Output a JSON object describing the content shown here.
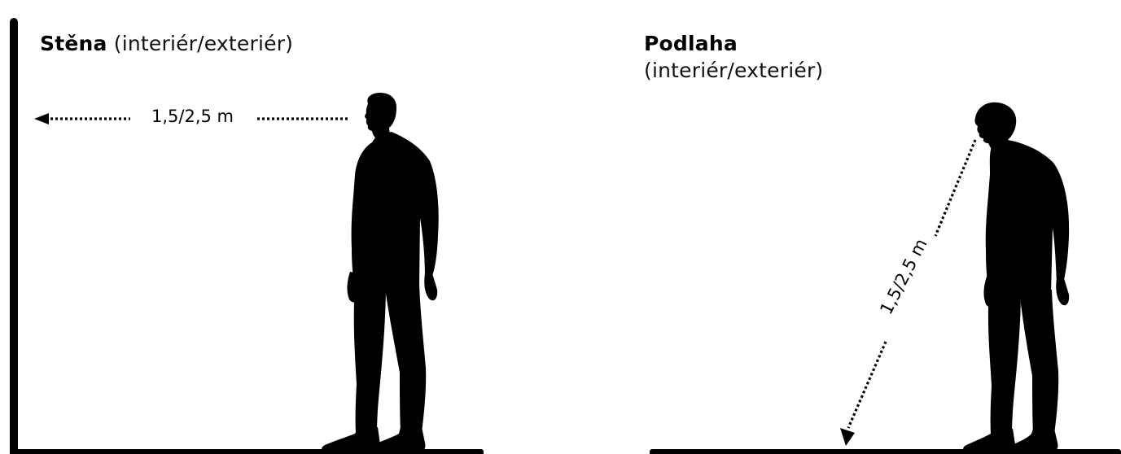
{
  "wall_panel": {
    "title_bold": "Stěna",
    "title_rest": " (interiér/exteriér)",
    "distance": "1,5/2,5 m"
  },
  "floor_panel": {
    "title_bold": "Podlaha",
    "title_rest": "(interiér/exteriér)",
    "distance": "1,5/2,5 m"
  }
}
